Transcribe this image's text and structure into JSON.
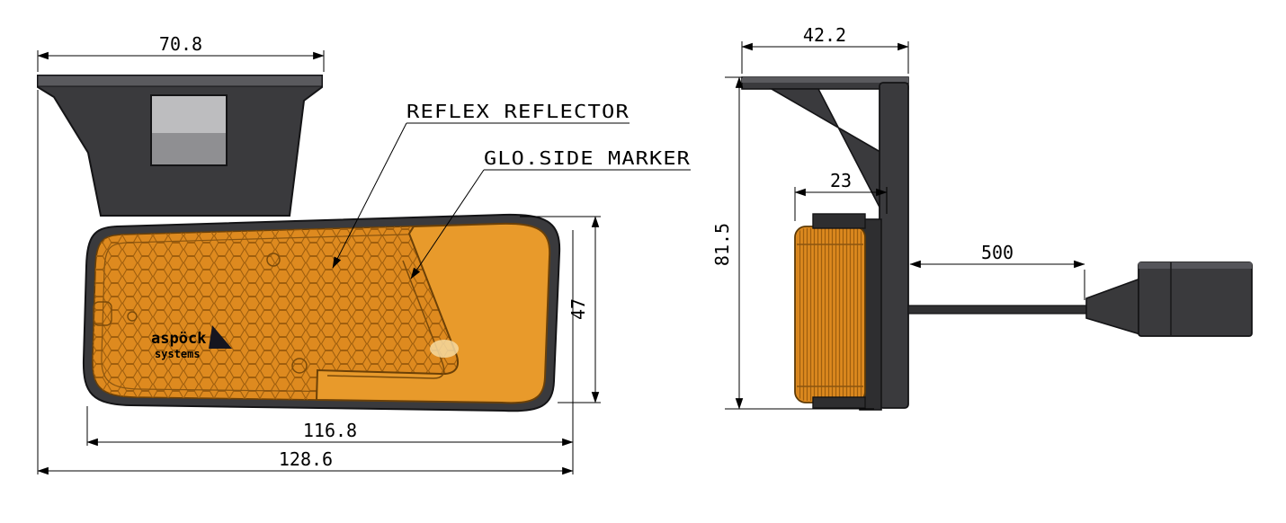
{
  "drawing": {
    "title": "side-marker-lamp-technical-drawing",
    "labels": {
      "reflex_reflector": "REFLEX REFLECTOR",
      "glo_side_marker": "GLO.SIDE MARKER"
    },
    "front_view": {
      "dim_top_width": "70.8",
      "dim_lens_width": "116.8",
      "dim_total_width": "128.6",
      "dim_lens_height": "47"
    },
    "side_view": {
      "dim_top_width": "42.2",
      "dim_lens_depth": "23",
      "dim_total_height": "81.5",
      "dim_cable_length": "500"
    },
    "logo": {
      "line1": "aspöck",
      "line2": "systems"
    },
    "colors": {
      "body_dark": "#3A3A3D",
      "body_edge": "#5A5A5E",
      "lens_amber": "#DE8A1F",
      "lens_amber_light": "#E89A2B",
      "lens_outline": "#6B4007",
      "line_black": "#000000"
    }
  }
}
